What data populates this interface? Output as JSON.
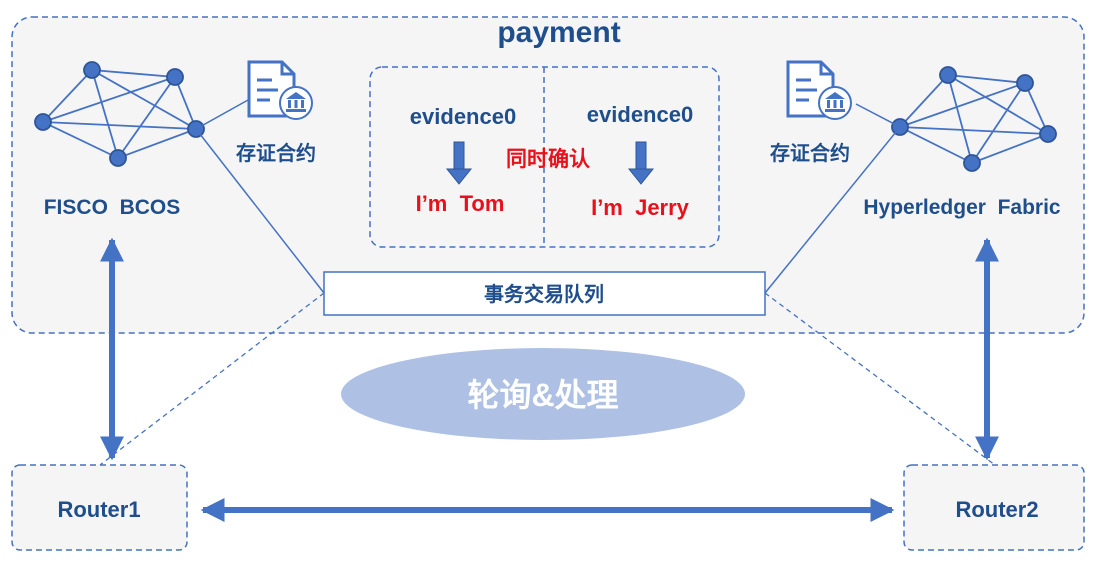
{
  "diagram": {
    "title": "payment",
    "left_chain": {
      "name": "FISCO  BCOS",
      "contract_label": "存证合约"
    },
    "right_chain": {
      "name": "Hyperledger  Fabric",
      "contract_label": "存证合约"
    },
    "evidence": {
      "left": {
        "key": "evidence0",
        "value": "I’m  Tom"
      },
      "right": {
        "key": "evidence0",
        "value": "I’m  Jerry"
      },
      "confirm_label": "同时确认"
    },
    "queue_label": "事务交易队列",
    "poll_label": "轮询&处理",
    "routers": {
      "left": "Router1",
      "right": "Router2"
    },
    "colors": {
      "primary": "#4472c4",
      "text_dark_blue": "#1f4e8c",
      "highlight_red": "#e8101a",
      "ellipse_fill": "#aec0e4",
      "region_fill": "#f5f5f6"
    }
  }
}
